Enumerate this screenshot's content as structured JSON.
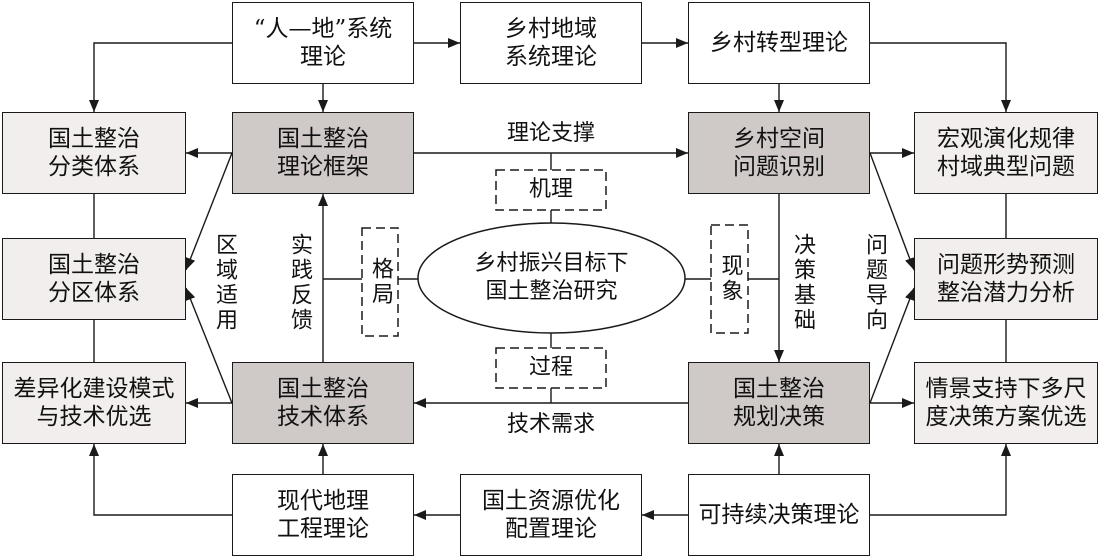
{
  "colors": {
    "core_fill": "#cfc9c8",
    "outcome_fill": "#f2eeed",
    "theory_fill": "#ffffff",
    "line_color": "#1a1a1a",
    "background": "#ffffff"
  },
  "theories": {
    "human_land": {
      "lines": [
        "“人—地”系统",
        "理论"
      ]
    },
    "rural_regional_system": {
      "lines": [
        "乡村地域",
        "系统理论"
      ]
    },
    "rural_transformation": {
      "lines": [
        "乡村转型理论"
      ]
    },
    "modern_geo_engineering": {
      "lines": [
        "现代地理",
        "工程理论"
      ]
    },
    "land_resource_allocation": {
      "lines": [
        "国土资源优化",
        "配置理论"
      ]
    },
    "sustainable_decision": {
      "lines": [
        "可持续决策理论"
      ]
    }
  },
  "core": {
    "theory_framework": {
      "lines": [
        "国土整治",
        "理论框架"
      ]
    },
    "problem_identification": {
      "lines": [
        "乡村空间",
        "问题识别"
      ]
    },
    "technical_system": {
      "lines": [
        "国土整治",
        "技术体系"
      ]
    },
    "planning_decision": {
      "lines": [
        "国土整治",
        "规划决策"
      ]
    }
  },
  "outcomes": {
    "classification_system": {
      "lines": [
        "国土整治",
        "分类体系"
      ]
    },
    "zoning_system": {
      "lines": [
        "国土整治",
        "分区体系"
      ]
    },
    "differentiated_modes": {
      "lines": [
        "差异化建设模式",
        "与技术优选"
      ]
    },
    "macro_evolution": {
      "lines": [
        "宏观演化规律",
        "村域典型问题"
      ]
    },
    "trend_forecast": {
      "lines": [
        "问题形势预测",
        "整治潜力分析"
      ]
    },
    "scenario_optimization": {
      "lines": [
        "情景支持下多尺",
        "度决策方案优选"
      ]
    }
  },
  "center": {
    "lines": [
      "乡村振兴目标下",
      "国土整治研究"
    ]
  },
  "dimensions": {
    "mechanism": "机理",
    "process": "过程",
    "pattern": "格局",
    "phenomenon": "现象"
  },
  "relations": {
    "theory_support": "理论支撑",
    "technical_demand": "技术需求",
    "regional_application": "区域适用",
    "practice_feedback": "实践反馈",
    "decision_basis": "决策基础",
    "problem_oriented": "问题导向"
  }
}
